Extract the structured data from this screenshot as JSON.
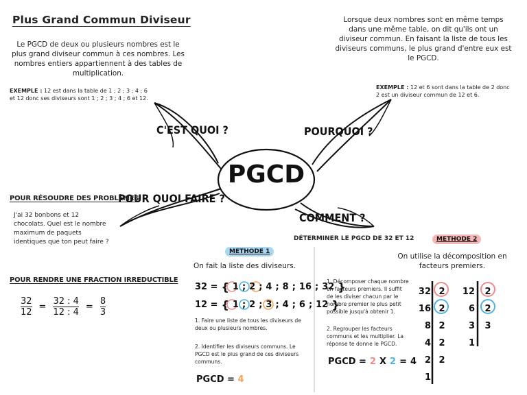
{
  "title": "Plus Grand Commun Diviseur",
  "center_label": "PGCD",
  "definition": "Le PGCD de deux ou plusieurs nombres est le plus grand diviseur commun à ces nombres. Les nombres entiers appartiennent à des tables de multiplication.",
  "example_left": {
    "label": "EXEMPLE :",
    "text": "12 est dans la table de 1 ; 2 ; 3 ; 4 ; 6 et 12 donc ses diviseurs sont 1 ; 2 ; 3 ; 4 ; 6 et 12."
  },
  "why_text": "Lorsque deux nombres sont en même temps dans une même table, on dit qu'ils ont un diviseur commun. En faisant la liste de tous les diviseurs communs, le plus grand d'entre eux est le PGCD.",
  "example_right": {
    "label": "EXEMPLE :",
    "text": "12 et 6 sont dans la table de 2 donc 2 est un diviseur commun de 12 et 6."
  },
  "branches": {
    "what": "C'EST QUOI ?",
    "why": "POURQUOI ?",
    "what_for": "POUR QUOI FAIRE ?",
    "how": "COMMENT ?"
  },
  "uses": {
    "problems_title": "POUR RÉSOUDRE DES PROBLÈMES",
    "problems_text": "J'ai 32 bonbons et 12 chocolats. Quel est le nombre maximum de paquets identiques que ton peut faire ?",
    "fraction_title": "POUR RENDRE UNE FRACTION IRREDUCTIBLE",
    "fraction": {
      "f1_num": "32",
      "f1_den": "12",
      "op": "=",
      "f2_num": "32 : 4",
      "f2_den": "12 : 4",
      "f3_num": "8",
      "f3_den": "3"
    }
  },
  "how_subtitle": "DÉTERMINER LE PGCD DE 32 ET 12",
  "method1": {
    "badge": "METHODE 1",
    "heading": "On fait la liste des diviseurs.",
    "row1_label": "32 =",
    "row1_items": [
      "1",
      "2",
      "4",
      "8",
      "16",
      "32"
    ],
    "row2_label": "12 =",
    "row2_items": [
      "1",
      "2",
      "3",
      "4",
      "6",
      "12"
    ],
    "step1": "1. Faire une liste de tous les diviseurs de deux ou plusieurs nombres.",
    "step2": "2. Identifier les diviseurs communs. Le PGCD est le plus grand de ces diviseurs communs.",
    "result_label": "PGCD =",
    "result_value": "4"
  },
  "method2": {
    "badge": "METHODE 2",
    "heading": "On utilise la décomposition en facteurs premiers.",
    "step1": "1. Décomposer chaque nombre en facteurs premiers. Il suffit de les diviser chacun par le nombre premier le plus petit possible jusqu'à obtenir 1.",
    "step2": "2. Regrouper les facteurs communs et les multiplier. La réponse te donne le PGCD.",
    "result_label": "PGCD =",
    "result_a": "2",
    "result_x": "X",
    "result_b": "2",
    "result_eq": "=",
    "result_value": "4",
    "table32_left": [
      "32",
      "16",
      "8",
      "4",
      "2",
      "1"
    ],
    "table32_right": [
      "2",
      "2",
      "2",
      "2",
      "2"
    ],
    "table12_left": [
      "12",
      "6",
      "3",
      "1"
    ],
    "table12_right": [
      "2",
      "2",
      "3"
    ]
  },
  "colors": {
    "red": "#f08a8a",
    "blue": "#4fb3e0",
    "orange": "#f5a35a",
    "badge_blue": "#a9d8f0",
    "badge_red": "#f4b6b6"
  }
}
